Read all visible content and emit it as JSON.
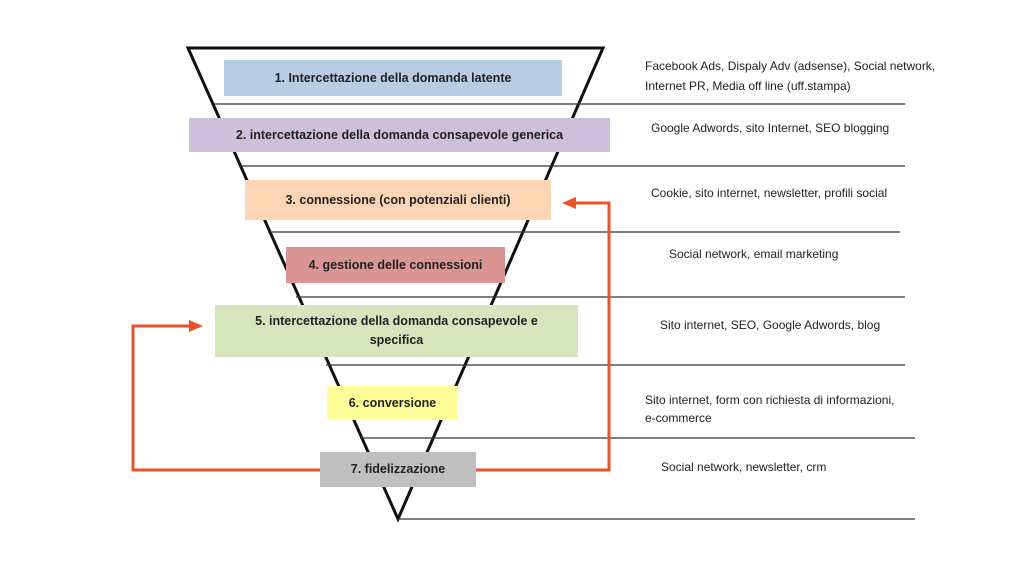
{
  "stages": [
    {
      "label": "1.    Intercettazione della domanda latente",
      "color": "#b8cce4"
    },
    {
      "label": "2. intercettazione della domanda consapevole  generica",
      "color": "#ccc0da"
    },
    {
      "label": "3. connessione (con potenziali clienti)",
      "color": "#fcd5b4"
    },
    {
      "label": "4. gestione delle connessioni",
      "color": "#d99694"
    },
    {
      "label": "5. intercettazione della domanda consapevole   e specifica",
      "color": "#d7e4bc"
    },
    {
      "label": "6. conversione",
      "color": "#ffff99"
    },
    {
      "label": "7. fidelizzazione",
      "color": "#bfbfbf"
    }
  ],
  "tools": [
    {
      "lines": [
        "Facebook Ads, Dispaly Adv (adsense), Social network,",
        "Internet PR, Media off line (uff.stampa)"
      ]
    },
    {
      "lines": [
        "Google Adwords, sito Internet, SEO blogging"
      ]
    },
    {
      "lines": [
        "Cookie, sito internet,  newsletter, profili social"
      ]
    },
    {
      "lines": [
        "Social network, email marketing"
      ]
    },
    {
      "lines": [
        "Sito internet, SEO, Google Adwords, blog"
      ]
    },
    {
      "lines": [
        "Sito internet, form con richiesta di informazioni,",
        " e-commerce"
      ]
    },
    {
      "lines": [
        "Social network, newsletter, crm"
      ]
    }
  ],
  "arrow_color": "#e8542a"
}
